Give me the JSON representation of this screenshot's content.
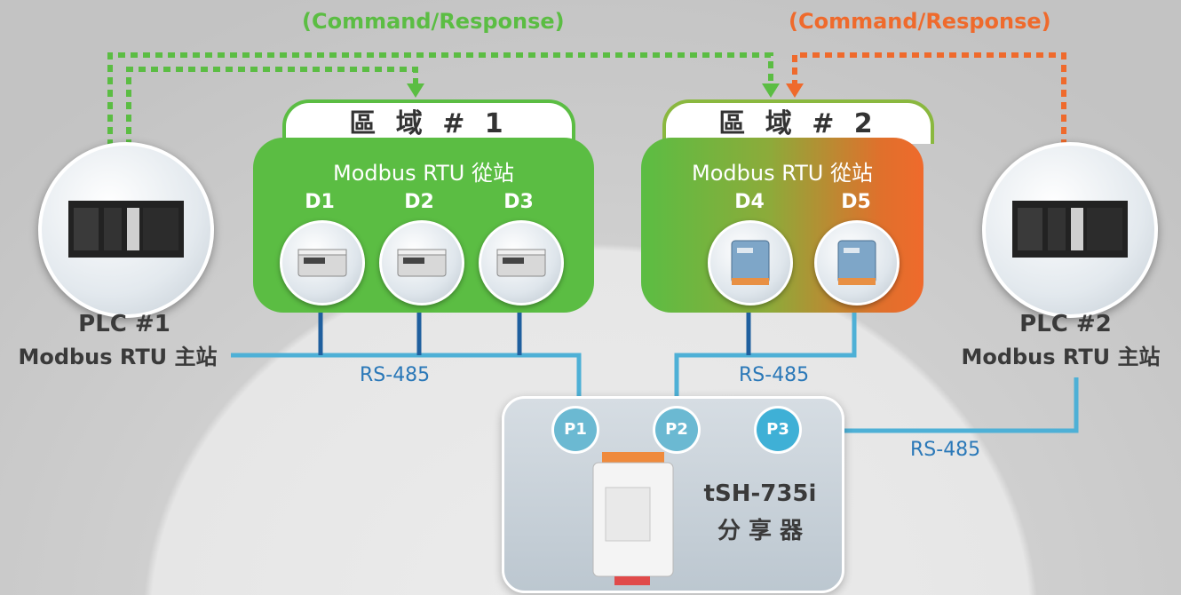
{
  "command_labels": [
    "(Command/Response)",
    "(Command/Response)"
  ],
  "colors": {
    "green": "#5bbd43",
    "orange": "#ef6a2c",
    "bus": "#4eb0d6",
    "dark_bus": "#1f5f9e",
    "rs_text": "#2a78b8"
  },
  "zones": [
    {
      "tab": "區 域 # 1",
      "title": "Modbus RTU 從站",
      "devices": [
        "D1",
        "D2",
        "D3"
      ]
    },
    {
      "tab": "區 域 # 2",
      "title": "Modbus RTU 從站",
      "devices": [
        "D4",
        "D5"
      ]
    }
  ],
  "plcs": [
    {
      "name": "PLC #1",
      "role": "Modbus RTU 主站"
    },
    {
      "name": "PLC #2",
      "role": "Modbus RTU 主站"
    }
  ],
  "bus_labels": [
    "RS-485",
    "RS-485",
    "RS-485"
  ],
  "gateway": {
    "model": "tSH-735i",
    "desc": "分 享 器",
    "ports": [
      "P1",
      "P2",
      "P3"
    ]
  }
}
